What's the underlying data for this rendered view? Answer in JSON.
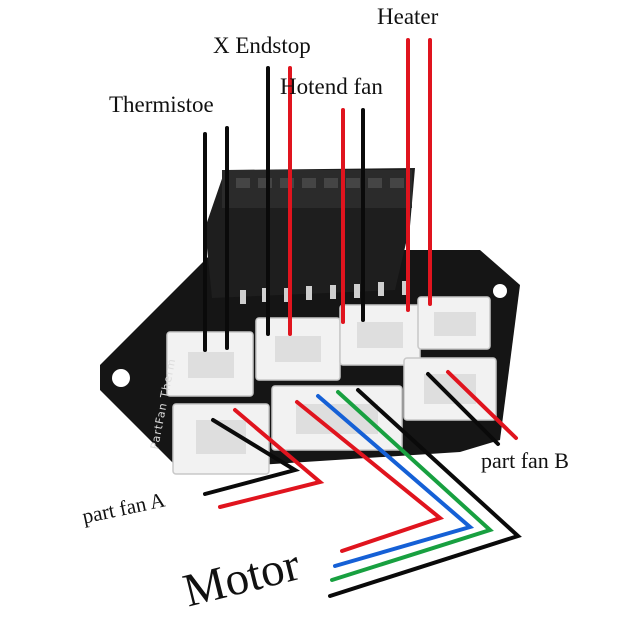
{
  "labels": {
    "heater": "Heater",
    "x_endstop": "X  Endstop",
    "hotend_fan": "Hotend fan",
    "thermistor": "Thermistoe",
    "part_fan_b": "part fan B",
    "part_fan_a": "part fan A",
    "motor": "Motor"
  },
  "board": {
    "silkscreen": "PartFan Therm"
  },
  "colors": {
    "background": "#ffffff",
    "board": "#151515",
    "connector": "#f2f2f2",
    "wire_red": "#e0141e",
    "wire_black": "#0a0a0a",
    "wire_blue": "#1560d6",
    "wire_green": "#18a040"
  }
}
